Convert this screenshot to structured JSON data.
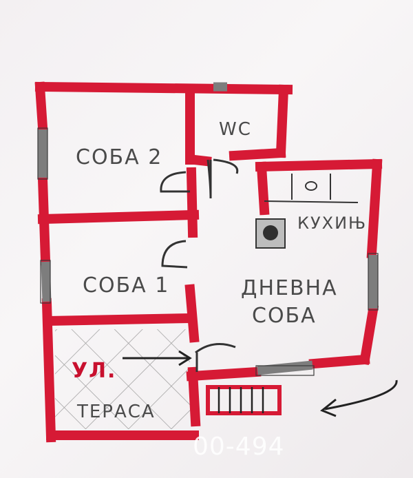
{
  "labels": {
    "room1": "СОБА 2",
    "room2": "СОБА 1",
    "wc": "WC",
    "kitchen": "КУХИЊ",
    "living_line1": "ДНЕВНА",
    "living_line2": "СОБА",
    "entrance": "УЛ.",
    "terrace": "ТЕРАСА"
  },
  "watermark": "00-494",
  "colors": {
    "wall": "#d61a35",
    "window": "#8a8a8a",
    "ink": "#3a3a3a",
    "paper": "#f5f2f3"
  }
}
